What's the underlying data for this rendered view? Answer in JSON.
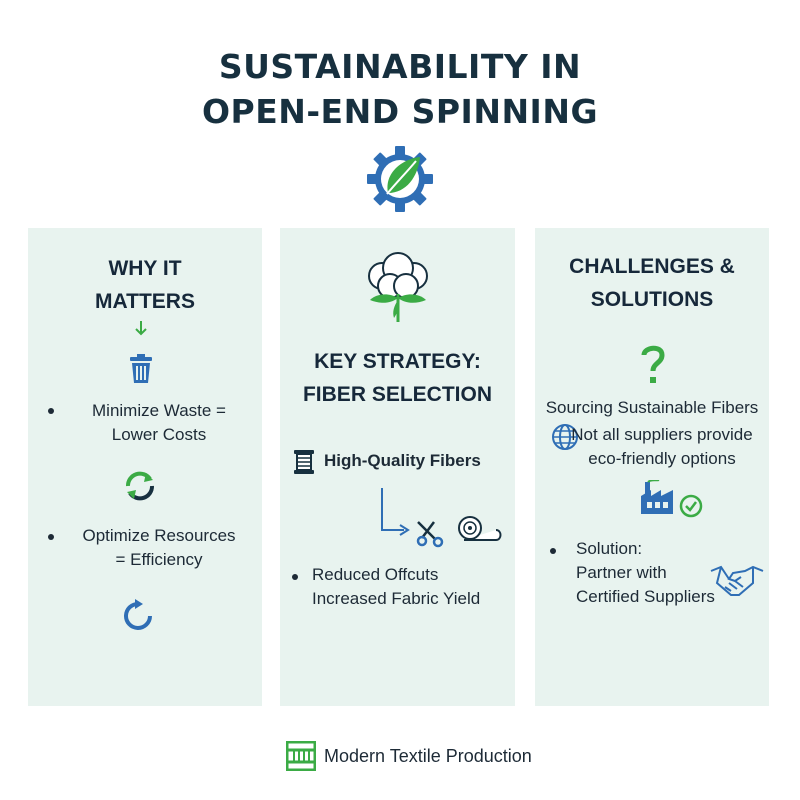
{
  "title": {
    "line1": "SUSTAINABILITY IN",
    "line2": "OPEN-END SPINNING"
  },
  "colors": {
    "accent_green": "#3bab45",
    "accent_blue": "#2f6eb5",
    "panel_bg": "#e8f3ef",
    "text_dark": "#17303f"
  },
  "panels": [
    {
      "heading_line1": "WHY IT",
      "heading_line2": "MATTERS",
      "icons": [
        "arrow-down-icon",
        "trash-bin-icon",
        "recycle-cycle-icon",
        "refresh-icon"
      ],
      "points": [
        {
          "line1": "Minimize Waste =",
          "line2": "Lower Costs"
        },
        {
          "line1": "Optimize Resources",
          "line2": "= Efficiency"
        }
      ]
    },
    {
      "heading_line1": "KEY STRATEGY:",
      "heading_line2": "FIBER SELECTION",
      "icons": [
        "cotton-plant-icon",
        "yarn-spool-icon",
        "arrow-right-icon",
        "scissors-icon",
        "fabric-roll-icon"
      ],
      "fibers_label": "High-Quality Fibers",
      "point": {
        "line1": "Reduced Offcuts",
        "line2": "Increased Fabric Yield"
      }
    },
    {
      "heading_line1": "CHALLENGES &",
      "heading_line2": "SOLUTIONS",
      "icons": [
        "question-mark-icon",
        "globe-icon",
        "factory-icon",
        "check-circle-icon",
        "handshake-icon"
      ],
      "sourcing_title": "Sourcing Sustainable Fibers",
      "sourcing_line1": "Not all suppliers provide",
      "sourcing_line2": "eco-friendly options",
      "solution": {
        "line1": "Solution:",
        "line2": "Partner with",
        "line3": "Certified Suppliers"
      }
    }
  ],
  "footer": {
    "label": "Modern Textile Production",
    "icon": "loom-icon"
  }
}
